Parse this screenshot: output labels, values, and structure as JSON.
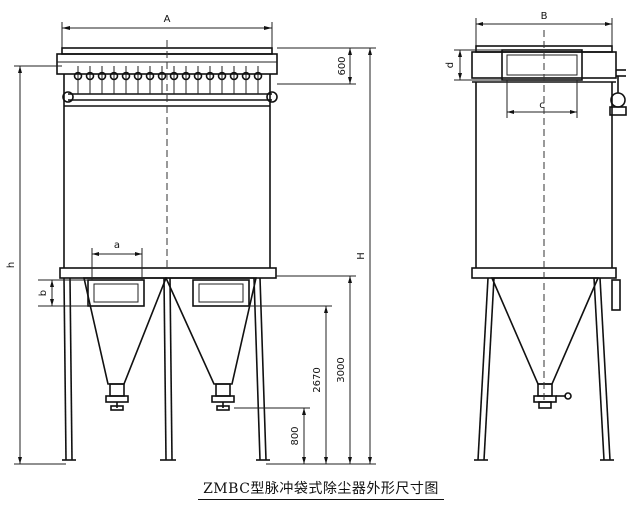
{
  "front_view": {
    "dim_A": "A",
    "dim_600": "600",
    "dim_a": "a",
    "dim_b": "b",
    "dim_h": "h",
    "dim_H": "H",
    "dim_3000": "3000",
    "dim_2670": "2670",
    "dim_800": "800"
  },
  "side_view": {
    "dim_B": "B",
    "dim_d": "d",
    "dim_c": "c"
  },
  "caption": "ZMBC型脉冲袋式除尘器外形尺寸图"
}
